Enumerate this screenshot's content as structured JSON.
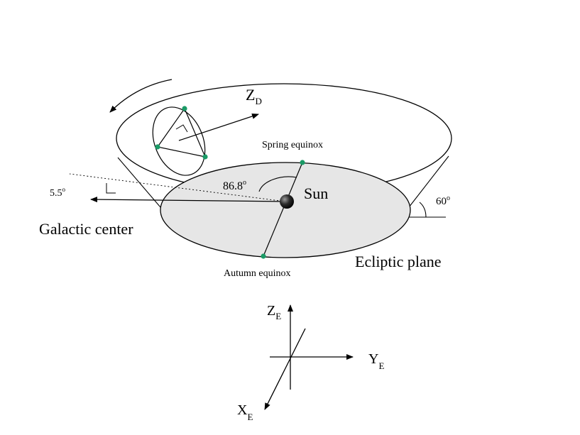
{
  "labels": {
    "zd_main": "Z",
    "zd_sub": "D",
    "spring_equinox": "Spring equinox",
    "angle_86": "86.8",
    "degree_mark": "o",
    "sun": "Sun",
    "angle_5_5": "5.5",
    "angle_60": "60",
    "galactic_center": "Galactic center",
    "ecliptic_plane": "Ecliptic plane",
    "autumn_equinox": "Autumn equinox",
    "ze_main": "Z",
    "ze_sub": "E",
    "ye_main": "Y",
    "ye_sub": "E",
    "xe_main": "X",
    "xe_sub": "E"
  },
  "colors": {
    "ecliptic_fill": "#e6e6e6",
    "node_dot": "#1a9a66",
    "sun": "#2b2b2b",
    "line": "#000000"
  },
  "icons": {
    "rotation": "curved-arrow-icon",
    "sun": "sun-sphere-icon",
    "right_angle": "right-angle-icon"
  }
}
